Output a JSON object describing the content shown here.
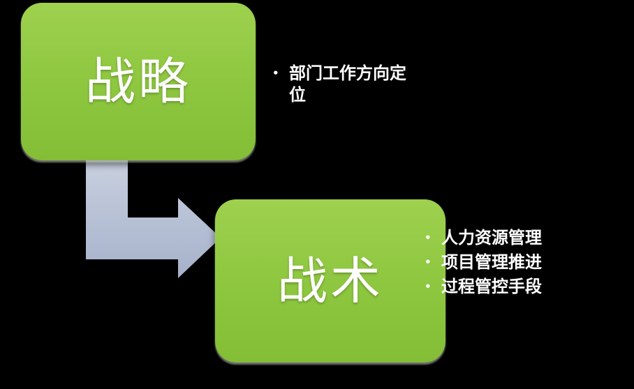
{
  "colors": {
    "background": "#000000",
    "node_fill": "#8DC63F",
    "arrow_fill": "#B6C0D6",
    "text": "#FFFFFF"
  },
  "bullet_char": "•",
  "nodes": {
    "strategy": {
      "label": "战略",
      "bullets": [
        "部门工作方向定位"
      ]
    },
    "tactics": {
      "label": "战术",
      "bullets": [
        "人力资源管理",
        "项目管理推进",
        "过程管控手段"
      ]
    }
  }
}
